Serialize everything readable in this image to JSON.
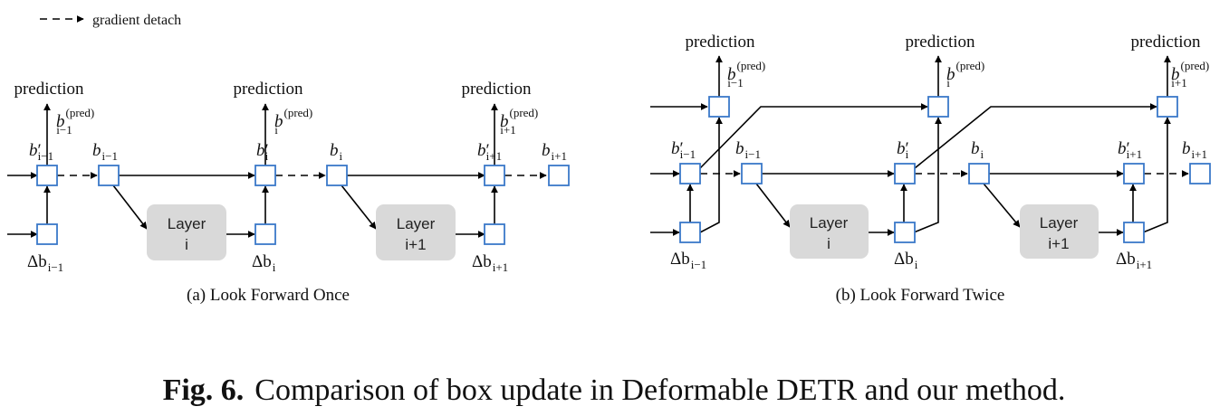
{
  "legend": {
    "label": "gradient detach"
  },
  "prediction_label": "prediction",
  "layer_label": "Layer",
  "layer_index_i": "i",
  "layer_index_i1": "i+1",
  "symbols": {
    "b": "b",
    "delta_b": "Δb",
    "prime": "′",
    "pred_sup": "(pred)",
    "sub_im1": "i−1",
    "sub_i": "i",
    "sub_ip1": "i+1"
  },
  "captions": {
    "a": "(a) Look Forward Once",
    "b": "(b) Look Forward Twice"
  },
  "figure_caption": {
    "label": "Fig. 6.",
    "text": "Comparison of box update in Deformable DETR and our method."
  },
  "colors": {
    "box_stroke": "#3a78c9",
    "layer_fill": "#d9d9d9",
    "line": "#000000"
  }
}
